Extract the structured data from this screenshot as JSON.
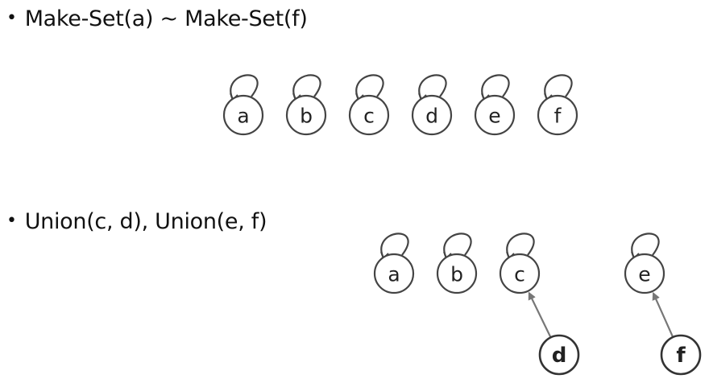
{
  "bullets": [
    "Make-Set(a) ~ Make-Set(f)",
    "Union(c, d), Union(e, f)"
  ],
  "bullet_glyph": "•",
  "diagram1": {
    "nodes": [
      "a",
      "b",
      "c",
      "d",
      "e",
      "f"
    ],
    "self_loops": [
      "a",
      "b",
      "c",
      "d",
      "e",
      "f"
    ]
  },
  "diagram2": {
    "nodes": [
      "a",
      "b",
      "c",
      "e",
      "d",
      "f"
    ],
    "self_loops": [
      "a",
      "b",
      "c",
      "e"
    ],
    "edges": [
      {
        "from": "d",
        "to": "c"
      },
      {
        "from": "f",
        "to": "e"
      }
    ]
  }
}
